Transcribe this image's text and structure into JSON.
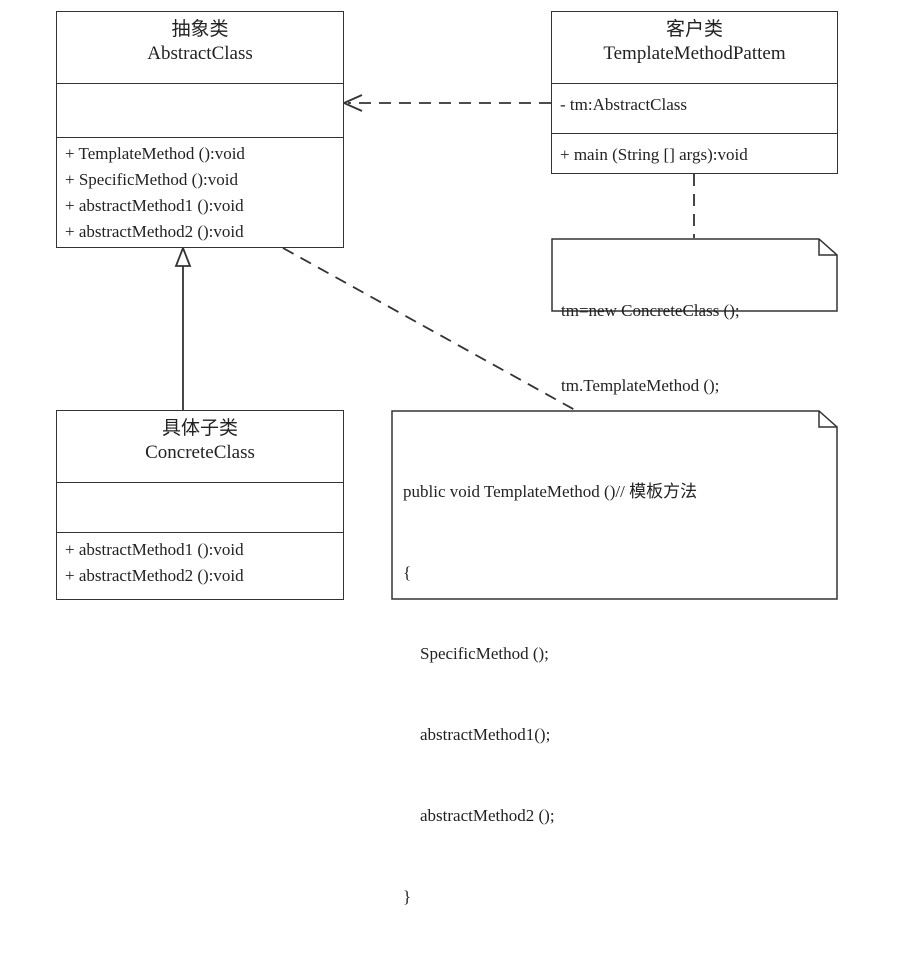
{
  "abstract_class": {
    "cn_name": "抽象类",
    "name": "AbstractClass",
    "methods": [
      "+ TemplateMethod ():void",
      "+ SpecificMethod ():void",
      "+ abstractMethod1 ():void",
      "+ abstractMethod2 ():void"
    ]
  },
  "client_class": {
    "cn_name": "客户类",
    "name": "TemplateMethodPattem",
    "attributes": [
      "- tm:AbstractClass"
    ],
    "methods": [
      "+ main (String [] args):void"
    ]
  },
  "concrete_class": {
    "cn_name": "具体子类",
    "name": "ConcreteClass",
    "methods": [
      "+ abstractMethod1 ():void",
      "+ abstractMethod2 ():void"
    ]
  },
  "client_note": {
    "lines": [
      "tm=new ConcreteClass ();",
      "tm.TemplateMethod ();"
    ]
  },
  "template_note": {
    "lines": [
      "public void TemplateMethod ()// 模板方法",
      "{",
      "    SpecificMethod ();",
      "    abstractMethod1();",
      "    abstractMethod2 ();",
      "}"
    ]
  }
}
